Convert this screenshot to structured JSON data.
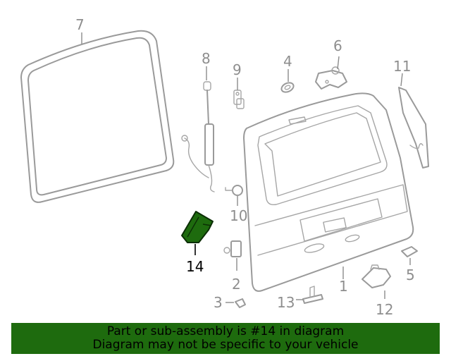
{
  "callouts": {
    "c1": "1",
    "c2": "2",
    "c3": "3",
    "c4": "4",
    "c5": "5",
    "c6": "6",
    "c7": "7",
    "c8": "8",
    "c9": "9",
    "c10": "10",
    "c11": "11",
    "c12": "12",
    "c13": "13",
    "c14": "14"
  },
  "highlighted_part": "14",
  "colors": {
    "highlight_fill": "#1e6b0e",
    "line": "#9a9a9a",
    "banner": "#1e6b0e"
  },
  "banner": {
    "line1": "Part or sub-assembly is #14 in diagram",
    "line2": "Diagram may not be specific to your vehicle"
  }
}
